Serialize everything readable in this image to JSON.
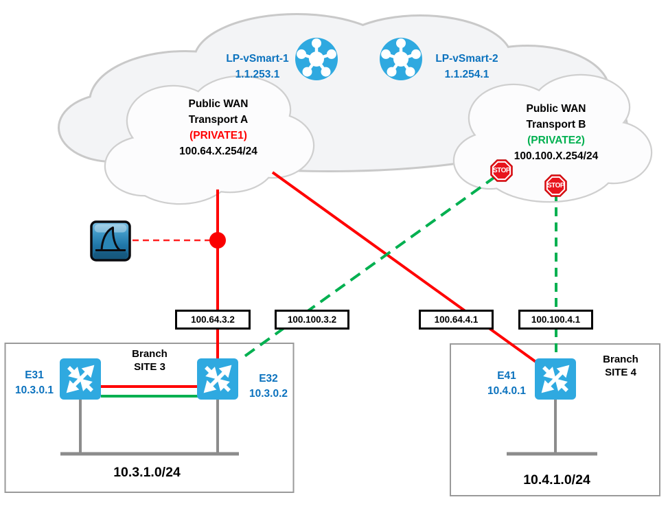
{
  "controllers": [
    {
      "name": "LP-vSmart-1",
      "ip": "1.1.253.1"
    },
    {
      "name": "LP-vSmart-2",
      "ip": "1.1.254.1"
    }
  ],
  "transports": [
    {
      "line1": "Public WAN",
      "line2": "Transport A",
      "tag": "(PRIVATE1)",
      "subnet": "100.64.X.254/24"
    },
    {
      "line1": "Public WAN",
      "line2": "Transport B",
      "tag": "(PRIVATE2)",
      "subnet": "100.100.X.254/24"
    }
  ],
  "stop_signs": [
    "STOP",
    "STOP"
  ],
  "interfaces": [
    "100.64.3.2",
    "100.100.3.2",
    "100.64.4.1",
    "100.100.4.1"
  ],
  "sites": [
    {
      "title1": "Branch",
      "title2": "SITE 3",
      "lan": "10.3.1.0/24",
      "routers": [
        {
          "name": "E31",
          "ip": "10.3.0.1"
        },
        {
          "name": "E32",
          "ip": "10.3.0.2"
        }
      ]
    },
    {
      "title1": "Branch",
      "title2": "SITE 4",
      "lan": "10.4.1.0/24",
      "routers": [
        {
          "name": "E41",
          "ip": "10.4.0.1"
        }
      ]
    }
  ],
  "colors": {
    "node_blue": "#2FA9E0",
    "label_blue": "#0B72BE",
    "link_red": "#FF0000",
    "link_green": "#00B050",
    "lan_gray": "#8C8C8C",
    "stop_red": "#E8151D",
    "cloud_border": "#C9C9C9"
  }
}
